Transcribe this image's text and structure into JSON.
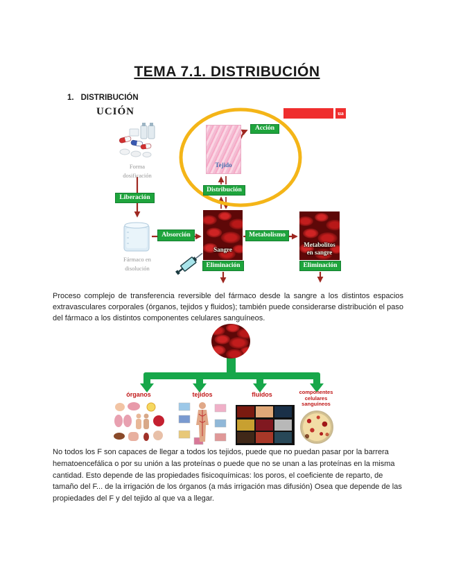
{
  "page": {
    "title": "TEMA 7.1. DISTRIBUCIÓN",
    "section_number": "1.",
    "section_title": "DISTRIBUCIÓN"
  },
  "slide": {
    "partial_title": "UCIÓN",
    "logo_text": "ua",
    "forma_dosificacion": "Forma\ndosificación",
    "liberacion": "Liberación",
    "farmaco_disolucion": "Fármaco en\ndisolución",
    "absorcion": "Absorción",
    "sangre": "Sangre",
    "distribucion": "Distribución",
    "tejido": "Tejido",
    "accion": "Acción",
    "metabolismo": "Metabolismo",
    "metabolitos_en_sangre": "Metabolitos\nen sangre",
    "eliminacion_izq": "Eliminación",
    "eliminacion_der": "Eliminación"
  },
  "paragraph1": "Proceso complejo de transferencia reversible del fármaco desde la sangre a los distintos espacios extravasculares corporales (órganos, tejidos y fluidos); también puede considerarse distribución el paso del fármaco a los distintos componentes celulares sanguíneos.",
  "distribution_map": {
    "branches": [
      {
        "label": "órganos"
      },
      {
        "label": "tejidos"
      },
      {
        "label": "fluidos"
      },
      {
        "label": "componentes\ncelulares\nsanguíneos"
      }
    ]
  },
  "paragraph2": "No todos los F son capaces de llegar a todos los tejidos, puede que no puedan pasar por la barrera hematoencefálica o por su unión a las proteínas o puede que no se unan a las proteínas en la misma cantidad. Esto depende de las propiedades fisicoquímicas: los poros, el coeficiente de reparto, de tamaño del F...  de la irrigación de los órganos (a más irrigación mas difusión) Osea que depende de las propiedades del F y del tejido al que va a llegar.",
  "colors": {
    "box_green": "#1EA43C",
    "arrow_dark_red": "#9E2720",
    "ellipse_yellow": "#F4B518",
    "branch_green": "#17A74A",
    "branch_label_red": "#C01818",
    "logo_red": "#EF2E2E"
  }
}
